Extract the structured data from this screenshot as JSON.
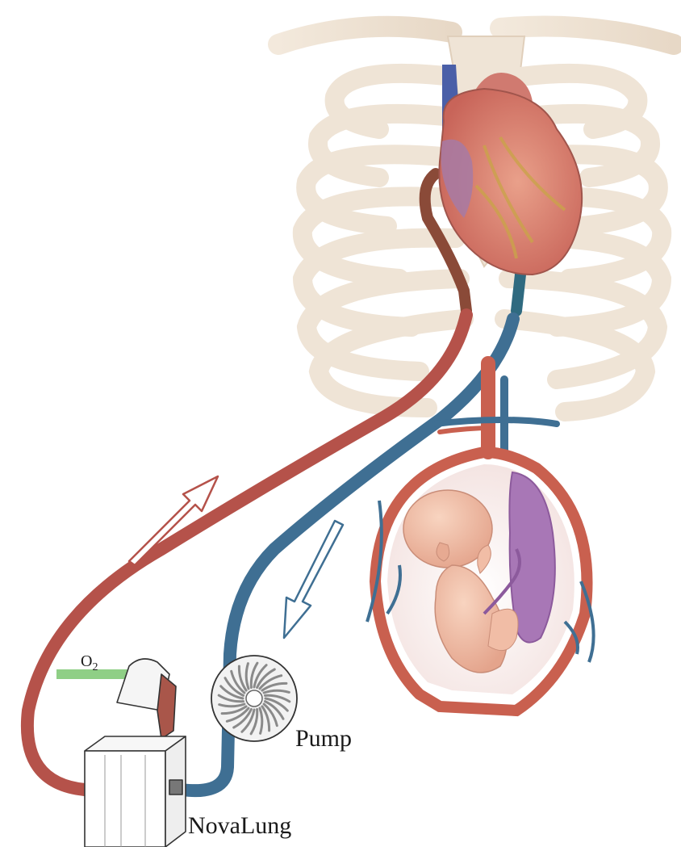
{
  "labels": {
    "oxygen_main": "O",
    "oxygen_sub": "2",
    "pump": "Pump",
    "oxygenator": "NovaLung"
  },
  "colors": {
    "arterial_line": "#b5524a",
    "venous_line": "#3f6f93",
    "oxygen_tube": "#8fcf86",
    "rib_cage": "#efe4d6",
    "heart": "#d97f75",
    "uterus_wall": "#c9604f",
    "fetus_skin": "#f3c3ae",
    "placenta": "#a877b6"
  },
  "icons": {
    "flow_out": "outlined-arrow-up-right",
    "flow_in": "outlined-arrow-down-left",
    "pump": "turbine-rotor"
  }
}
